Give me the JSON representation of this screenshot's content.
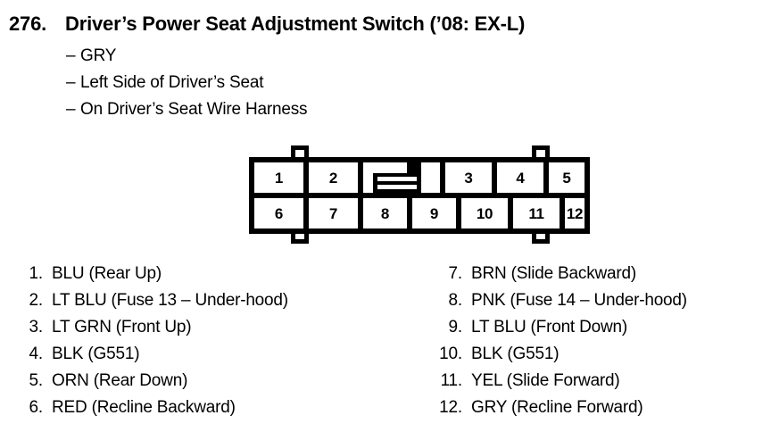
{
  "header": {
    "number": "276.",
    "title": "Driver’s Power Seat Adjustment Switch (’08: EX-L)",
    "dash": "–",
    "subtitles": [
      "GRY",
      "Left Side of Driver’s Seat",
      "On Driver’s Seat Wire Harness"
    ]
  },
  "connector": {
    "name": "12-pin connector",
    "top_row_pins": [
      "1",
      "2",
      "3",
      "4",
      "5"
    ],
    "bottom_row_pins": [
      "6",
      "7",
      "8",
      "9",
      "10",
      "11",
      "12"
    ],
    "key_slot": "keyed-slot"
  },
  "legend": {
    "left": [
      {
        "num": "1.",
        "label": "BLU (Rear Up)"
      },
      {
        "num": "2.",
        "label": "LT BLU (Fuse 13 – Under-hood)"
      },
      {
        "num": "3.",
        "label": "LT GRN (Front Up)"
      },
      {
        "num": "4.",
        "label": "BLK (G551)"
      },
      {
        "num": "5.",
        "label": "ORN (Rear Down)"
      },
      {
        "num": "6.",
        "label": "RED (Recline Backward)"
      }
    ],
    "right": [
      {
        "num": "7.",
        "label": "BRN (Slide Backward)"
      },
      {
        "num": "8.",
        "label": "PNK (Fuse 14 – Under-hood)"
      },
      {
        "num": "9.",
        "label": "LT BLU (Front Down)"
      },
      {
        "num": "10.",
        "label": "BLK (G551)"
      },
      {
        "num": "11.",
        "label": "YEL (Slide Forward)"
      },
      {
        "num": "12.",
        "label": "GRY (Recline Forward)"
      }
    ]
  },
  "colors": {
    "ink": "#000000",
    "page": "#ffffff"
  }
}
